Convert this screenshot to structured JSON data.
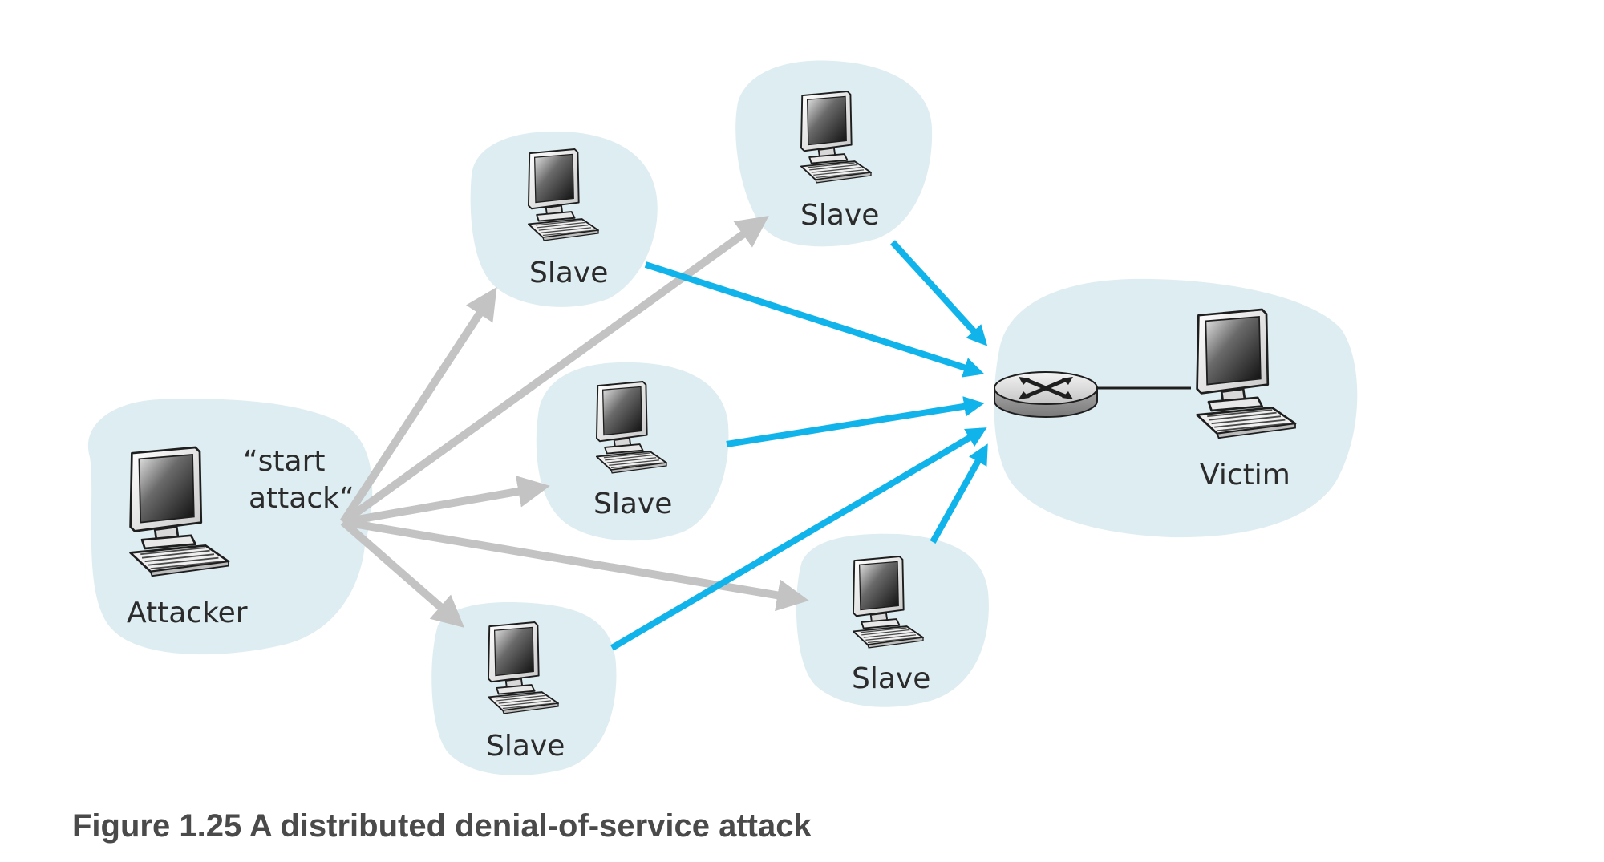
{
  "caption": "Figure 1.25 A distributed denial-of-service attack",
  "nodes": {
    "attacker": {
      "label": "Attacker"
    },
    "command": {
      "line1": "“start",
      "line2": "attack“"
    },
    "slaves": [
      "Slave",
      "Slave",
      "Slave",
      "Slave",
      "Slave"
    ],
    "victim": {
      "label": "Victim"
    },
    "router": {
      "icon": "router-icon"
    }
  },
  "colors": {
    "cloud": "#deedf1",
    "command_arrow": "#c3c3c3",
    "attack_arrow": "#10b4ea",
    "caption_text": "#4a4a4a"
  }
}
